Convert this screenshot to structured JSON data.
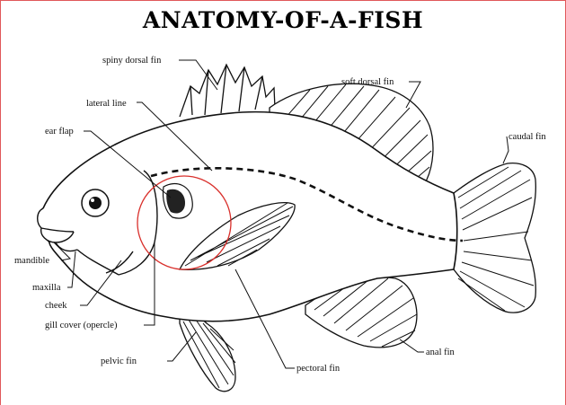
{
  "title": "ANATOMY-OF-A-FISH",
  "labels": {
    "spiny_dorsal_fin": "spiny dorsal fin",
    "soft_dorsal_fin": "soft dorsal fin",
    "lateral_line": "lateral line",
    "ear_flap": "ear flap",
    "caudal_fin": "caudal fin",
    "mandible": "mandible",
    "maxilla": "maxilla",
    "cheek": "cheek",
    "gill_cover": "gill cover (opercle)",
    "pelvic_fin": "pelvic fin",
    "pectoral_fin": "pectoral fin",
    "anal_fin": "anal fin"
  },
  "colors": {
    "frame": "#e0585a",
    "highlight_circle": "#d9302c",
    "ink": "#111111"
  }
}
